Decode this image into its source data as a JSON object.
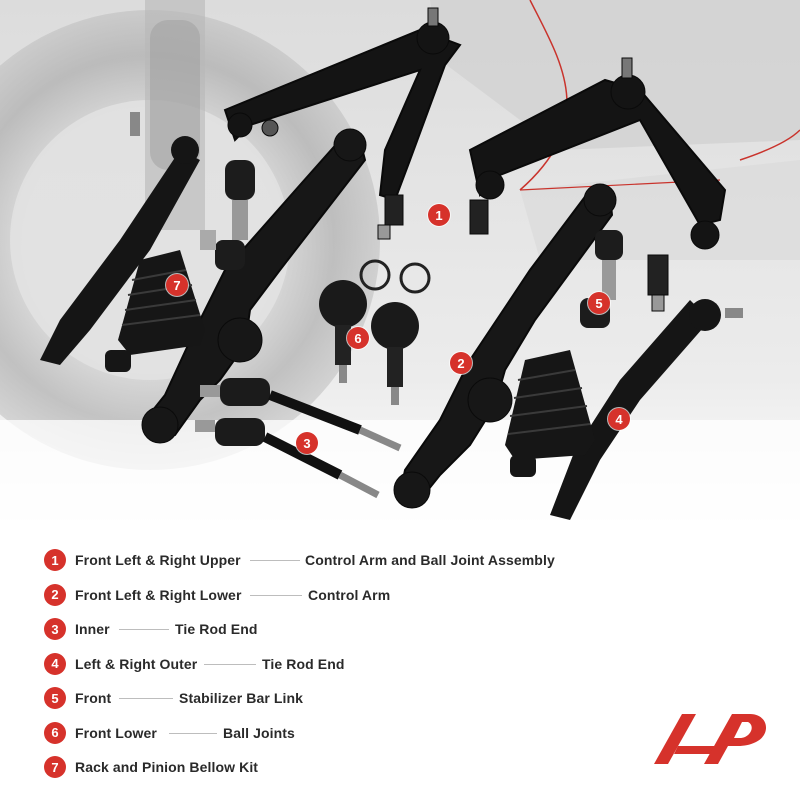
{
  "callouts": [
    "1",
    "2",
    "3",
    "4",
    "5",
    "6",
    "7"
  ],
  "legend": [
    {
      "num": "1",
      "label": "Front Left & Right Upper",
      "detail": "Control Arm and Ball Joint Assembly"
    },
    {
      "num": "2",
      "label": "Front Left & Right Lower",
      "detail": "Control Arm"
    },
    {
      "num": "3",
      "label": "Inner",
      "detail": "Tie Rod End"
    },
    {
      "num": "4",
      "label": "Left & Right Outer",
      "detail": "Tie Rod End"
    },
    {
      "num": "5",
      "label": "Front",
      "detail": "Stabilizer Bar Link"
    },
    {
      "num": "6",
      "label": "Front Lower",
      "detail": "Ball Joints"
    },
    {
      "num": "7",
      "label": "Rack and Pinion Bellow Kit",
      "detail": ""
    }
  ],
  "colors": {
    "accent": "#d6322b",
    "text": "#2a2a2a",
    "part": "#111111",
    "background": "#ffffff"
  },
  "icons": {
    "logo": "a-premium-logo-icon"
  }
}
